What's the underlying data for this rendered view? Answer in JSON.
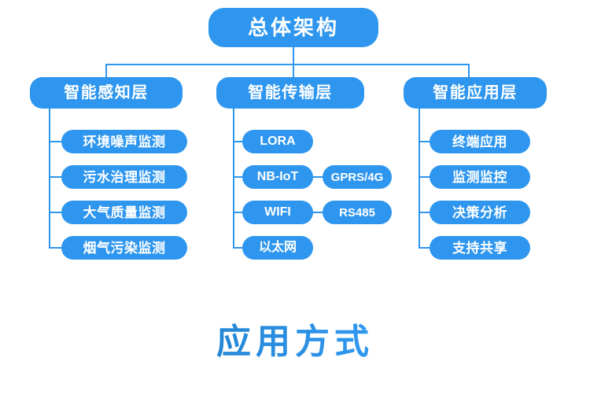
{
  "diagram": {
    "root": {
      "label": "总体架构"
    },
    "layers": [
      {
        "label": "智能感知层"
      },
      {
        "label": "智能传输层"
      },
      {
        "label": "智能应用层"
      }
    ],
    "sense_items": [
      {
        "label": "环境噪声监测"
      },
      {
        "label": "污水治理监测"
      },
      {
        "label": "大气质量监测"
      },
      {
        "label": "烟气污染监测"
      }
    ],
    "transport_items": [
      {
        "label": "LORA"
      },
      {
        "label": "NB-IoT"
      },
      {
        "label": "WIFI"
      },
      {
        "label": "以太网"
      }
    ],
    "transport_sub_items": [
      {
        "label": "GPRS/4G"
      },
      {
        "label": "RS485"
      }
    ],
    "application_items": [
      {
        "label": "终端应用"
      },
      {
        "label": "监测监控"
      },
      {
        "label": "决策分析"
      },
      {
        "label": "支持共享"
      }
    ]
  },
  "footer": {
    "title": "应用方式"
  },
  "colors": {
    "node_fill": "#2e96ee",
    "node_text": "#ffffff",
    "connector": "#2e96ee",
    "footer_gradient_start": "#1a6fb5",
    "footer_gradient_end": "#3aa6f5",
    "background": "#ffffff"
  }
}
